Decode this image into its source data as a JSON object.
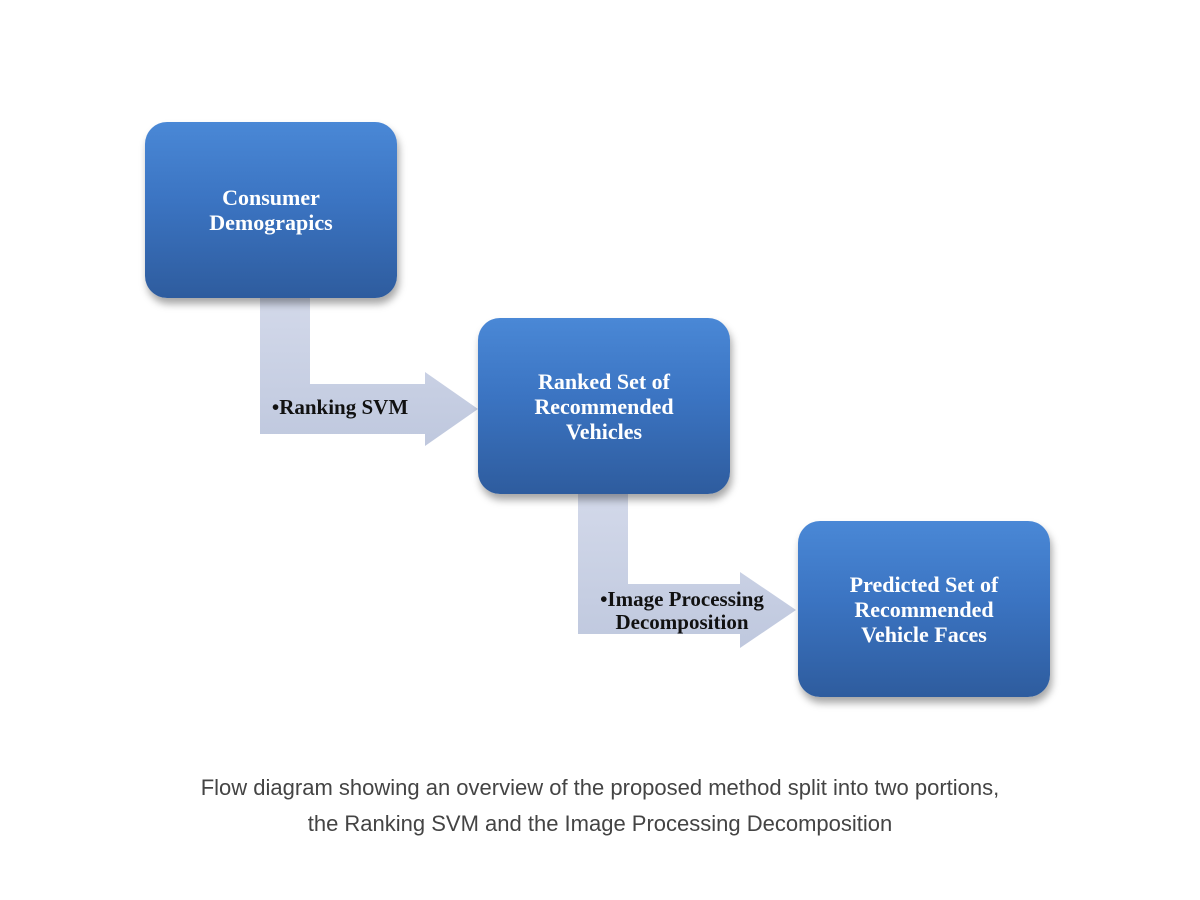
{
  "diagram": {
    "nodes": [
      {
        "id": "consumer-demographics",
        "label": "Consumer\nDemograpics"
      },
      {
        "id": "ranked-set",
        "label": "Ranked Set of\nRecommended\nVehicles"
      },
      {
        "id": "predicted-set",
        "label": "Predicted Set of\nRecommended\nVehicle Faces"
      }
    ],
    "edges": [
      {
        "from": "consumer-demographics",
        "to": "ranked-set",
        "label": "•Ranking SVM"
      },
      {
        "from": "ranked-set",
        "to": "predicted-set",
        "label": "•Image Processing\nDecomposition"
      }
    ],
    "colors": {
      "node_top": "#4a88d6",
      "node_bottom": "#2e5c9e",
      "arrow": "#c9d1e4",
      "node_text": "#ffffff",
      "label_text": "#111111"
    }
  },
  "caption": {
    "line1": "Flow diagram showing an overview of the proposed method split into two portions,",
    "line2": "the Ranking SVM and the Image Processing Decomposition"
  }
}
